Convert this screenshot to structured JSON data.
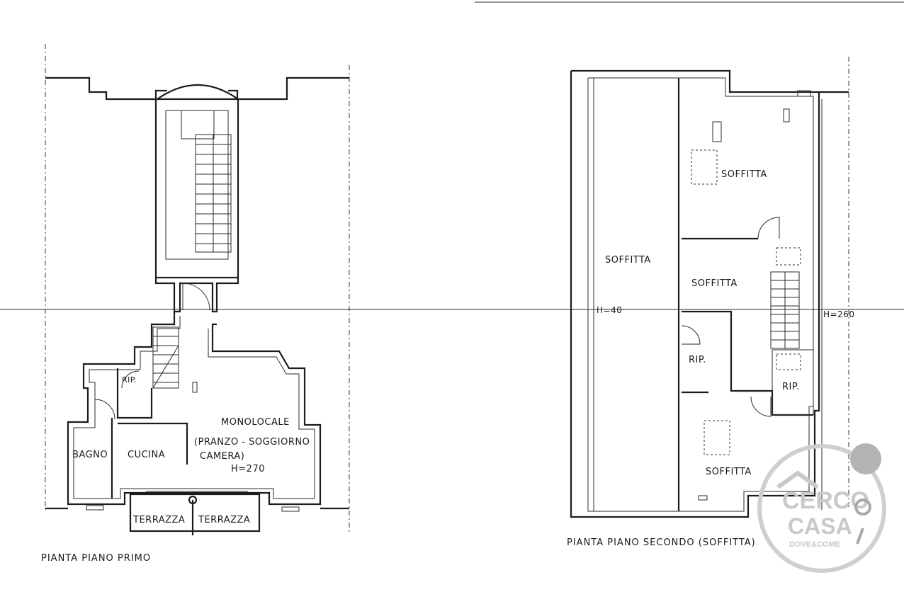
{
  "floor1": {
    "caption": "PIANTA  PIANO  PRIMO",
    "rooms": {
      "bagno": "BAGNO",
      "cucina": "CUCINA",
      "rip": "RIP.",
      "monolocale": "MONOLOCALE",
      "monolocale_sub1": "(PRANZO - SOGGIORNO",
      "monolocale_sub2": "CAMERA)",
      "height": "H=270",
      "terrazza_left": "TERRAZZA",
      "terrazza_right": "TERRAZZA"
    }
  },
  "floor2": {
    "caption": "PIANTA  PIANO  SECONDO (SOFFITTA)",
    "rooms": {
      "soffitta_big": "SOFFITTA",
      "soffitta_top": "SOFFITTA",
      "soffitta_mid": "SOFFITTA",
      "soffitta_bottom": "SOFFITTA",
      "rip_left": "RIP.",
      "rip_right": "RIP.",
      "height_left": "H=40",
      "height_right": "H=260"
    }
  },
  "watermark": {
    "line1": "CERCO",
    "line2": "CASA",
    "line3": "DOVE&COME"
  }
}
